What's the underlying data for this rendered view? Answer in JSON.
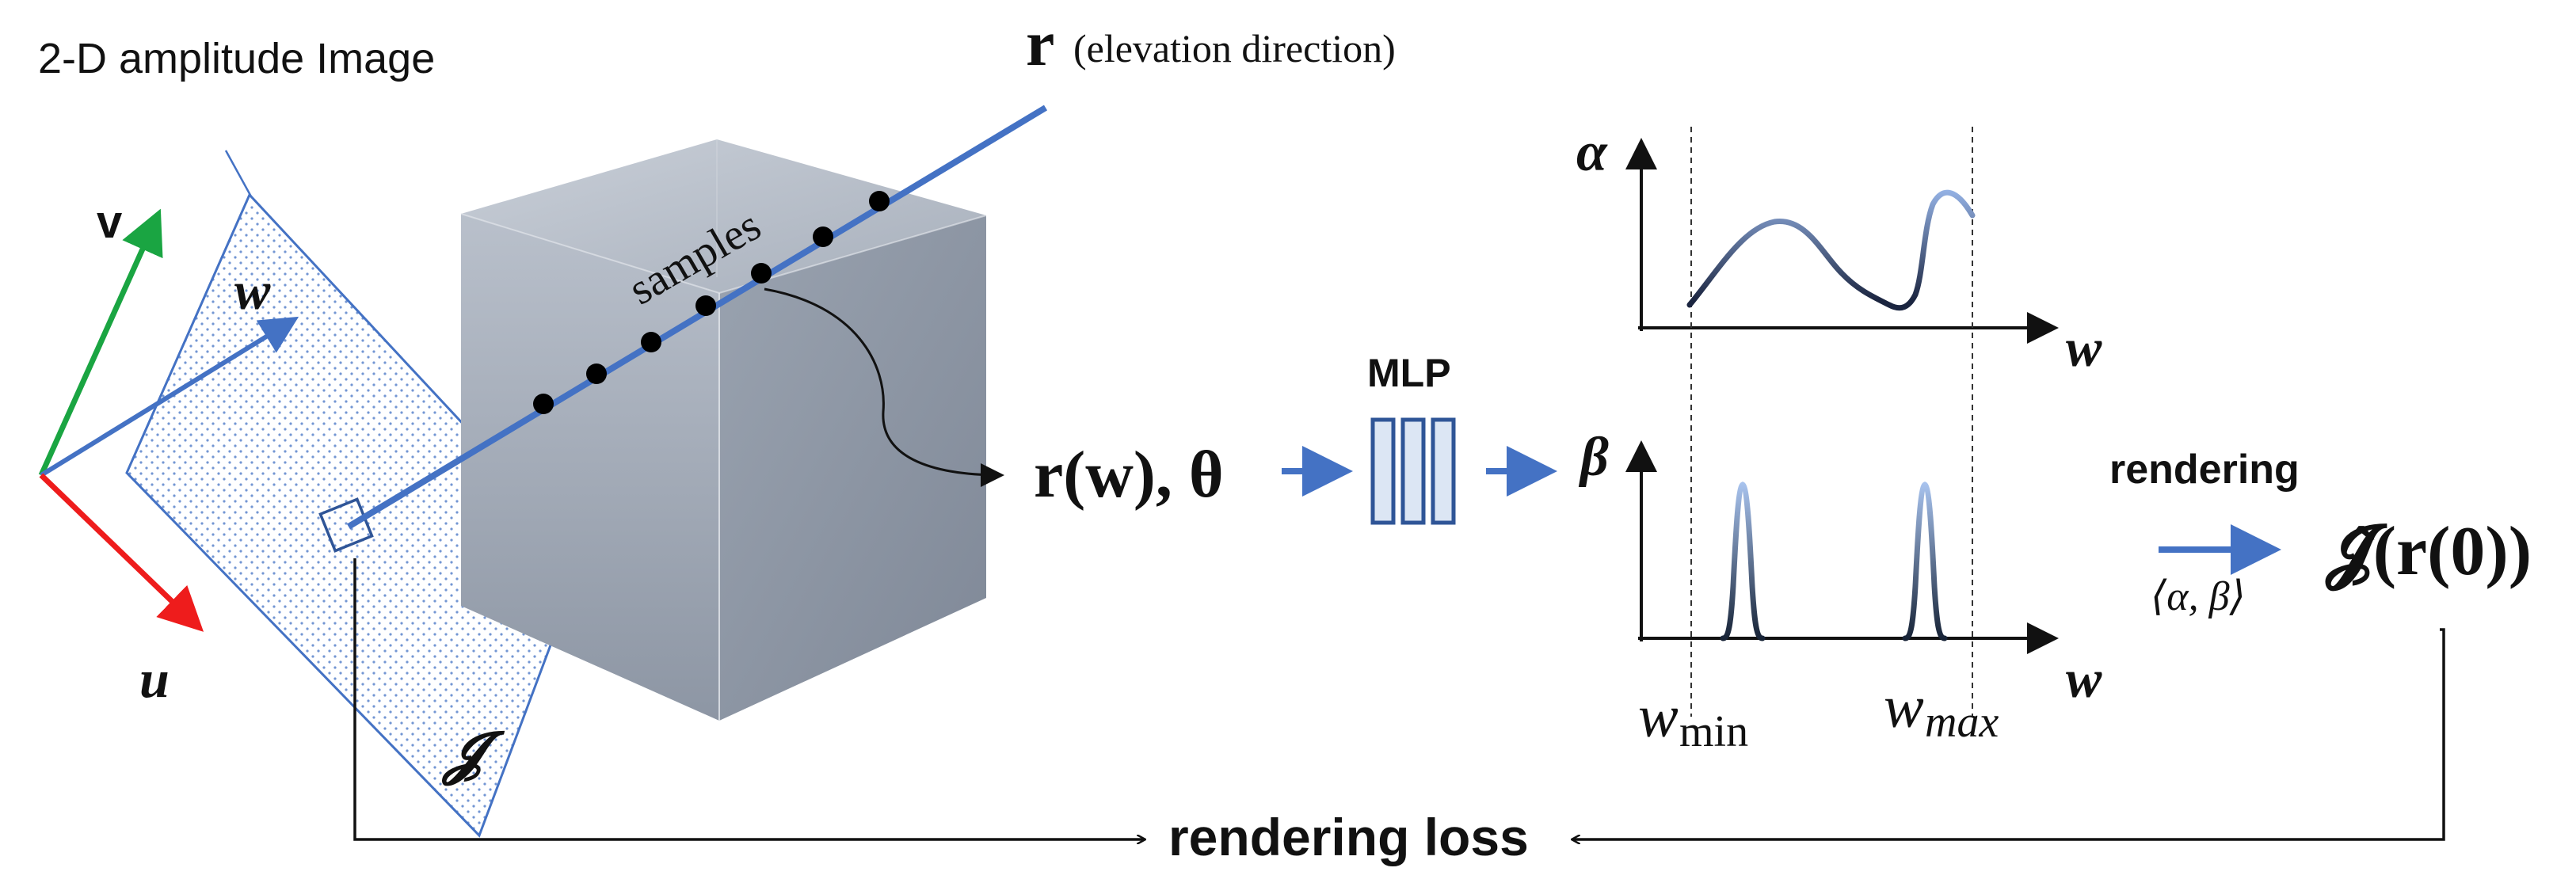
{
  "texts": {
    "title": "2-D amplitude Image",
    "ray_symbol": "r",
    "ray_caption": "(elevation direction)",
    "samples": "samples",
    "axis_v": "v",
    "axis_w": "w",
    "axis_u": "u",
    "image_symbol": "𝓙",
    "ray_input": "r(w), θ",
    "mlp": "MLP",
    "alpha": "α",
    "beta": "β",
    "w_axis_top": "w",
    "w_axis_bottom": "w",
    "w_min": "w",
    "w_min_sub": "min",
    "w_max": "w",
    "w_max_sub": "max",
    "rendering": "rendering",
    "bracket": "⟨α, β⟩",
    "output": "𝓙̂(r(0))",
    "rendering_loss": "rendering loss"
  },
  "colors": {
    "ray_blue": "#4472c4",
    "axis_green": "#1aa542",
    "axis_red": "#ee1c1c",
    "cube_gray": "#a8b0bc",
    "mlp_fill": "#dce6f4",
    "mlp_stroke": "#2f5597",
    "text": "#111111"
  }
}
